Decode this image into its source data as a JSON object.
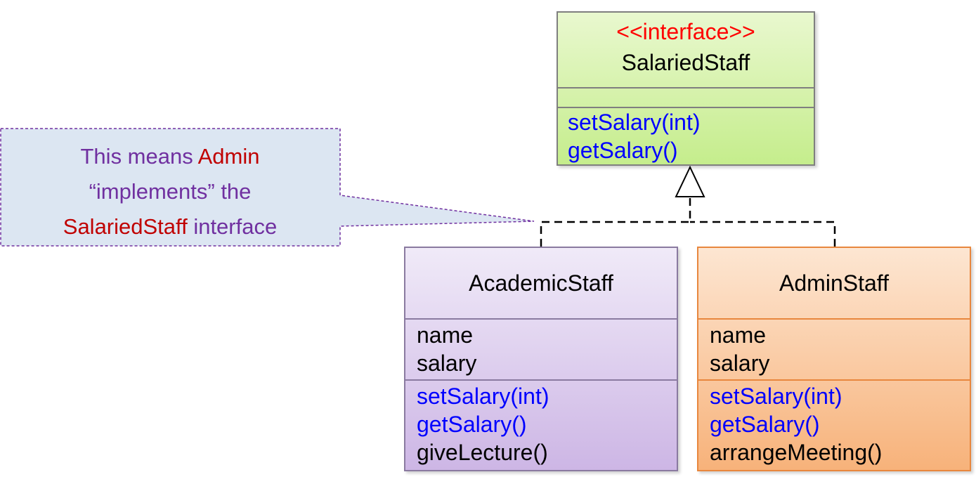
{
  "interface_box": {
    "stereotype": "<<interface>>",
    "name": "SalariedStaff",
    "attributes": [],
    "operations": [
      "setSalary(int)",
      "getSalary()"
    ]
  },
  "academic_staff": {
    "name": "AcademicStaff",
    "attributes": [
      "name",
      "salary"
    ],
    "operations": [
      "setSalary(int)",
      "getSalary()",
      "giveLecture()"
    ]
  },
  "admin_staff": {
    "name": "AdminStaff",
    "attributes": [
      "name",
      "salary"
    ],
    "operations": [
      "setSalary(int)",
      "getSalary()",
      "arrangeMeeting()"
    ]
  },
  "callout": {
    "part1": "This means ",
    "part2": "Admin",
    "part3": "“implements” the",
    "part4": "SalariedStaff",
    "part5": " interface"
  },
  "colors": {
    "interface_fill": "#c5ed8c",
    "academic_fill": "#cdb6e5",
    "admin_fill": "#f7b27a",
    "callout_fill": "#dce6f2",
    "callout_border": "#7030a0",
    "operation_text": "#0000ff",
    "stereotype_text": "#ff0000",
    "highlight_text": "#c00000"
  }
}
